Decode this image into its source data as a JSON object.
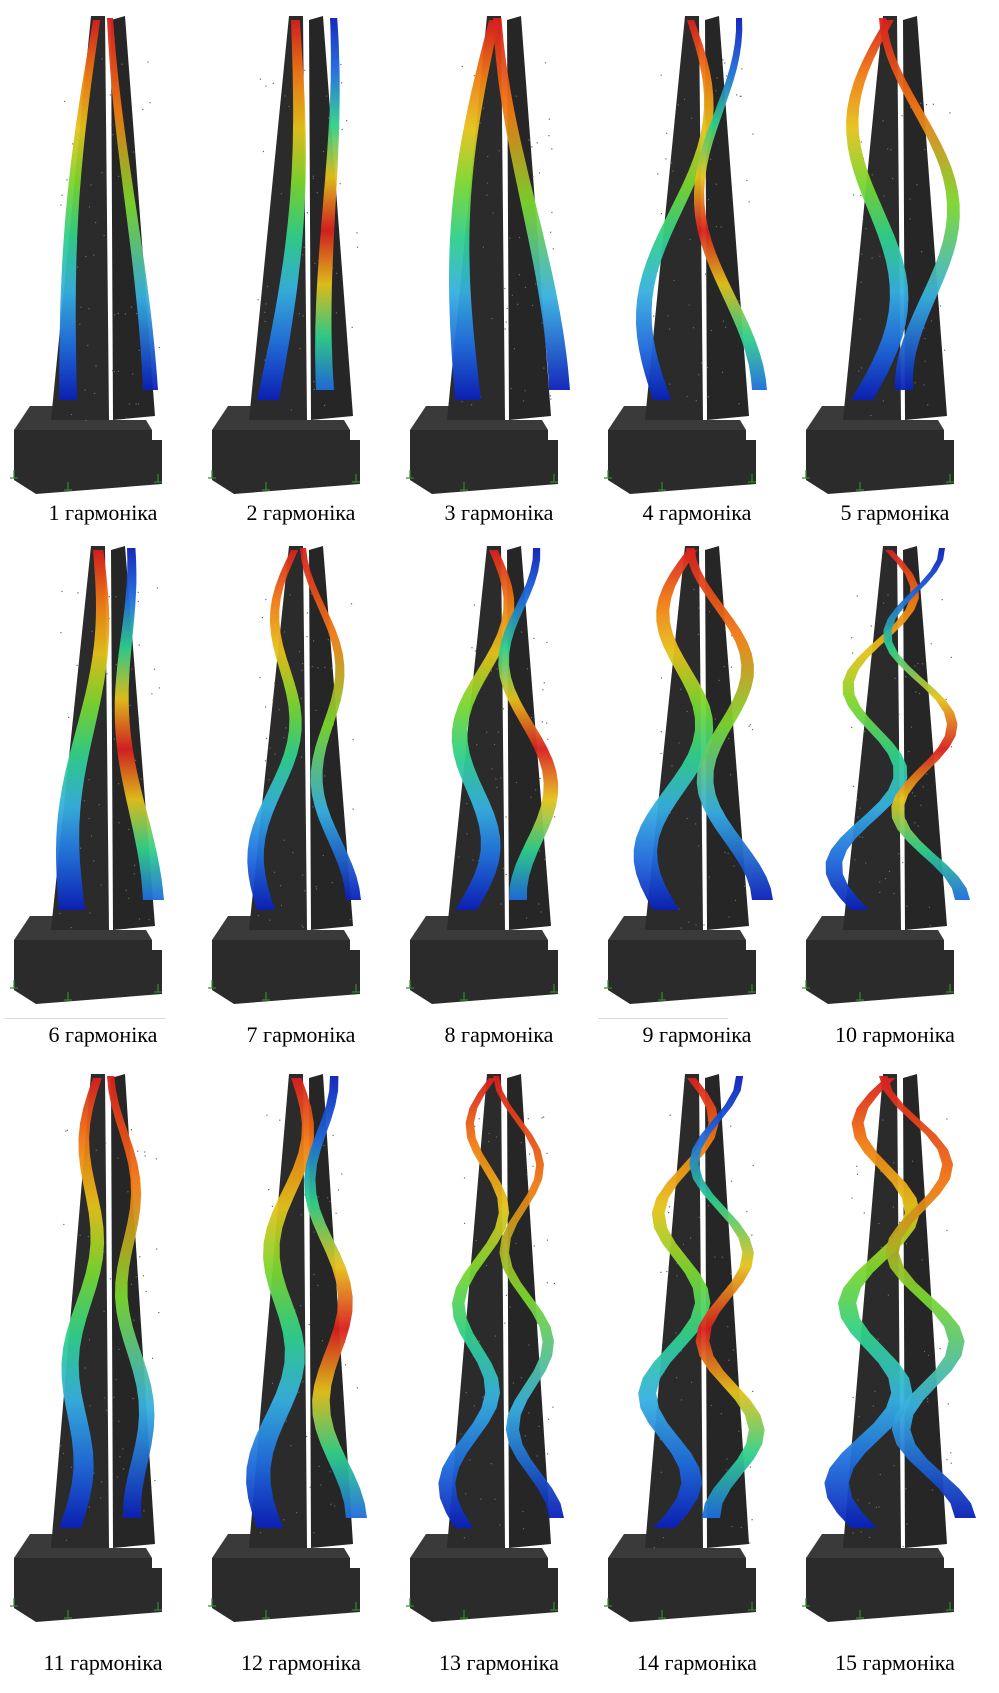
{
  "figure": {
    "colors": {
      "structure": "#2b2b2b",
      "mesh_dots": "#6a6a6a",
      "support_marker": "#2e8b2e",
      "deformation_scale": [
        "#0a1fb8",
        "#1f6bdc",
        "#36b0e0",
        "#2fd08a",
        "#7ad62e",
        "#e5c21a",
        "#f07a12",
        "#d81e1e"
      ]
    },
    "modes": [
      {
        "caption": "1 гармоніка"
      },
      {
        "caption": "2 гармоніка"
      },
      {
        "caption": "3 гармоніка"
      },
      {
        "caption": "4 гармоніка"
      },
      {
        "caption": "5 гармоніка"
      },
      {
        "caption": "6 гармоніка"
      },
      {
        "caption": "7 гармоніка"
      },
      {
        "caption": "8 гармоніка"
      },
      {
        "caption": "9 гармоніка"
      },
      {
        "caption": "10 гармоніка"
      },
      {
        "caption": "11 гармоніка"
      },
      {
        "caption": "12 гармоніка"
      },
      {
        "caption": "13 гармоніка"
      },
      {
        "caption": "14 гармоніка"
      },
      {
        "caption": "15 гармоніка"
      }
    ]
  }
}
